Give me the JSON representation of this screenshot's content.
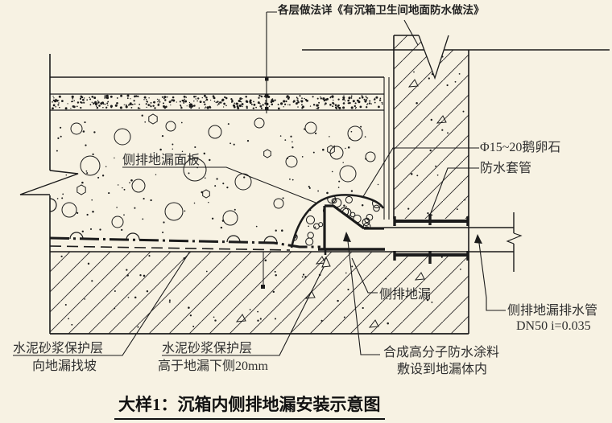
{
  "drawing": {
    "title": "大样1：沉箱内侧排地漏安装示意图",
    "top_note": "各层做法详《有沉箱卫生间地面防水做法》",
    "callouts": {
      "panel": "侧排地漏面板",
      "pebbles": "Φ15~20鹅卵石",
      "sleeve": "防水套管",
      "side_drain": "侧排地漏",
      "drain_pipe_line1": "侧排地漏排水管",
      "drain_pipe_line2": "DN50  i=0.035",
      "mortar_slope_line1": "水泥砂浆保护层",
      "mortar_slope_line2": "向地漏找坡",
      "mortar_height_line1": "水泥砂浆保护层",
      "mortar_height_line2": "高于地漏下侧20mm",
      "coating_line1": "合成高分子防水涂料",
      "coating_line2": "敷设到地漏体内"
    },
    "colors": {
      "background": "#f7f2e3",
      "line": "#1b1b1b",
      "text": "#2f2f2f"
    }
  }
}
